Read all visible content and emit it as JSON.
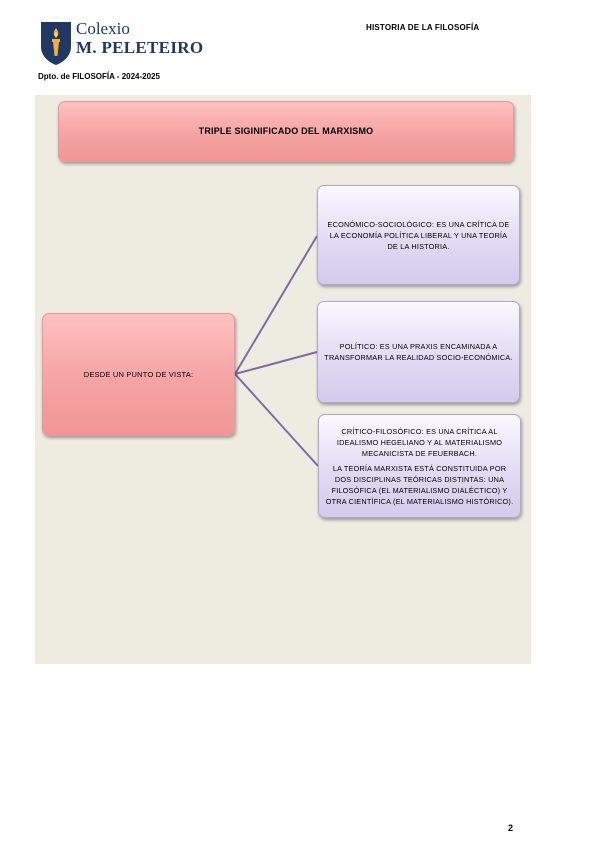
{
  "header": {
    "school_line1": "Colexio",
    "school_line2": "M. PELETEIRO",
    "subject": "HISTORIA DE LA FILOSOFÍA",
    "department": "Dpto. de FILOSOFÍA - 2024-2025"
  },
  "diagram": {
    "title": "TRIPLE SIGINIFICADO DEL MARXISMO",
    "root": "DESDE UN PUNTO DE VISTA:",
    "branches": [
      {
        "text": "ECONÓMICO-SOCIOLÓGICO: ES UNA CRÍTICA DE LA ECONOMÍA POLÍTICA LIBERAL Y UNA TEORÍA DE LA HISTORIA."
      },
      {
        "text": "POLÍTICO: ES UNA PRAXIS ENCAMINADA A TRANSFORMAR LA REALIDAD SOCIO-ECONÓMICA."
      },
      {
        "text": "CRÍTICO-FILOSÓFICO: ES UNA CRÍTICA AL IDEALISMO HEGELIANO Y AL MATERIALISMO MECANICISTA DE FEUERBACH.",
        "text2": "LA TEORÍA MARXISTA ESTÁ CONSTITUIDA POR DOS DISCIPLINAS TEÓRICAS DISTINTAS: UNA FILOSÓFICA (EL MATERIALISMO DIALÉCTICO) Y OTRA CIENTÍFICA (EL MATERIALISMO HISTÓRICO)."
      }
    ],
    "colors": {
      "root": "#f5a3a3",
      "branch": "#e2dbf4",
      "connector": "#7f6aa6",
      "panel": "#eeece1"
    }
  },
  "footer": {
    "page_number": "2"
  }
}
